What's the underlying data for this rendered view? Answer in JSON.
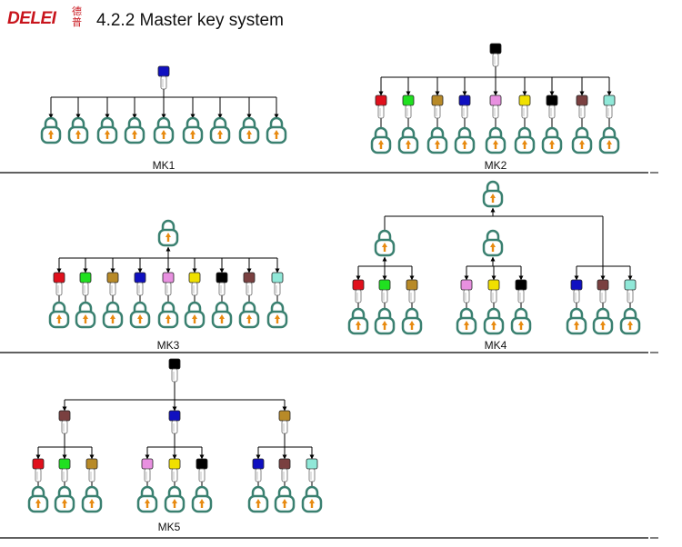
{
  "header": {
    "brand": "DELEI",
    "brand_cn": "德普",
    "title": "4.2.2 Master key system"
  },
  "colors": {
    "key_red": "#e0101c",
    "key_green": "#20e020",
    "key_brown": "#b88a28",
    "key_blue": "#1010c0",
    "key_pink": "#e890e0",
    "key_yellow": "#f0e000",
    "key_black": "#000000",
    "key_maroon": "#7a4040",
    "key_cyan": "#90e8d8",
    "padlock": "#3a8070",
    "lock_marker": "#e88a10"
  },
  "diagrams": [
    {
      "id": "mk1",
      "label": "MK1",
      "master_key": "key_blue",
      "individual_keys": [],
      "lock_count": 9
    },
    {
      "id": "mk2",
      "label": "MK2",
      "master_key": "key_black",
      "individual_keys": [
        "key_red",
        "key_green",
        "key_brown",
        "key_blue",
        "key_pink",
        "key_yellow",
        "key_black",
        "key_maroon",
        "key_cyan"
      ],
      "lock_count": 9
    },
    {
      "id": "mk3",
      "label": "MK3",
      "master_key": "padlock",
      "individual_keys": [
        "key_red",
        "key_green",
        "key_brown",
        "key_blue",
        "key_pink",
        "key_yellow",
        "key_black",
        "key_maroon",
        "key_cyan"
      ],
      "lock_count": 9
    },
    {
      "id": "mk4",
      "label": "MK4",
      "master_key": "padlock",
      "groups": [
        {
          "keys": [
            "key_red",
            "key_green",
            "key_brown"
          ]
        },
        {
          "keys": [
            "key_pink",
            "key_yellow",
            "key_black"
          ]
        },
        {
          "keys": [
            "key_blue",
            "key_maroon",
            "key_cyan"
          ]
        }
      ]
    },
    {
      "id": "mk5",
      "label": "MK5",
      "master_key": "key_black",
      "groups": [
        {
          "master": "key_maroon",
          "keys": [
            "key_red",
            "key_green",
            "key_brown"
          ]
        },
        {
          "master": "key_blue",
          "keys": [
            "key_pink",
            "key_yellow",
            "key_black"
          ]
        },
        {
          "master": "key_brown",
          "keys": [
            "key_blue",
            "key_maroon",
            "key_cyan"
          ]
        }
      ]
    }
  ]
}
